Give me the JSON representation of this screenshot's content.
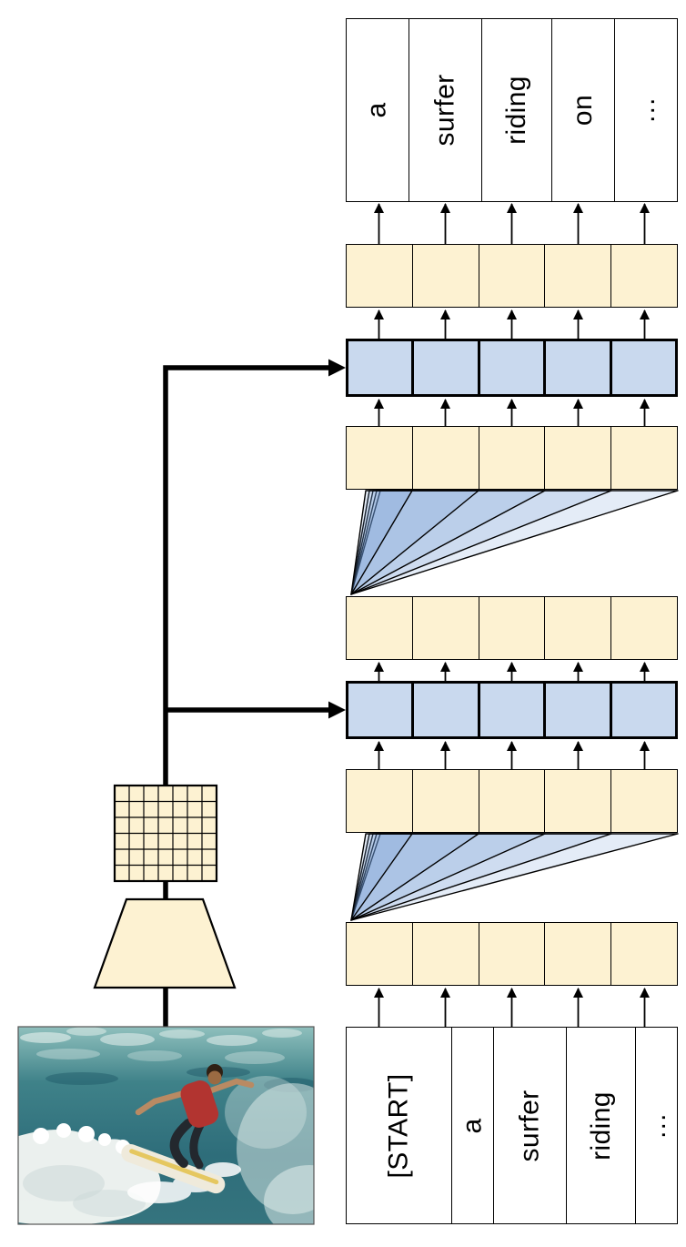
{
  "diagram": {
    "output_tokens": [
      "a",
      "surfer",
      "riding",
      "on",
      "…"
    ],
    "input_tokens": [
      "[START]",
      "a",
      "surfer",
      "riding",
      "…"
    ],
    "colors": {
      "linear_box": "#fdf2d2",
      "cross_attention_box": "#c9d9ee",
      "attention_triangle": "rgba(106,152,209,0.18)",
      "token_box": "#ffffff",
      "outline": "#000000",
      "ocean": "#2d6a78",
      "foam": "#f2f5f2",
      "surfer_shirt": "#b23430",
      "surfboard": "#efeadb"
    }
  }
}
